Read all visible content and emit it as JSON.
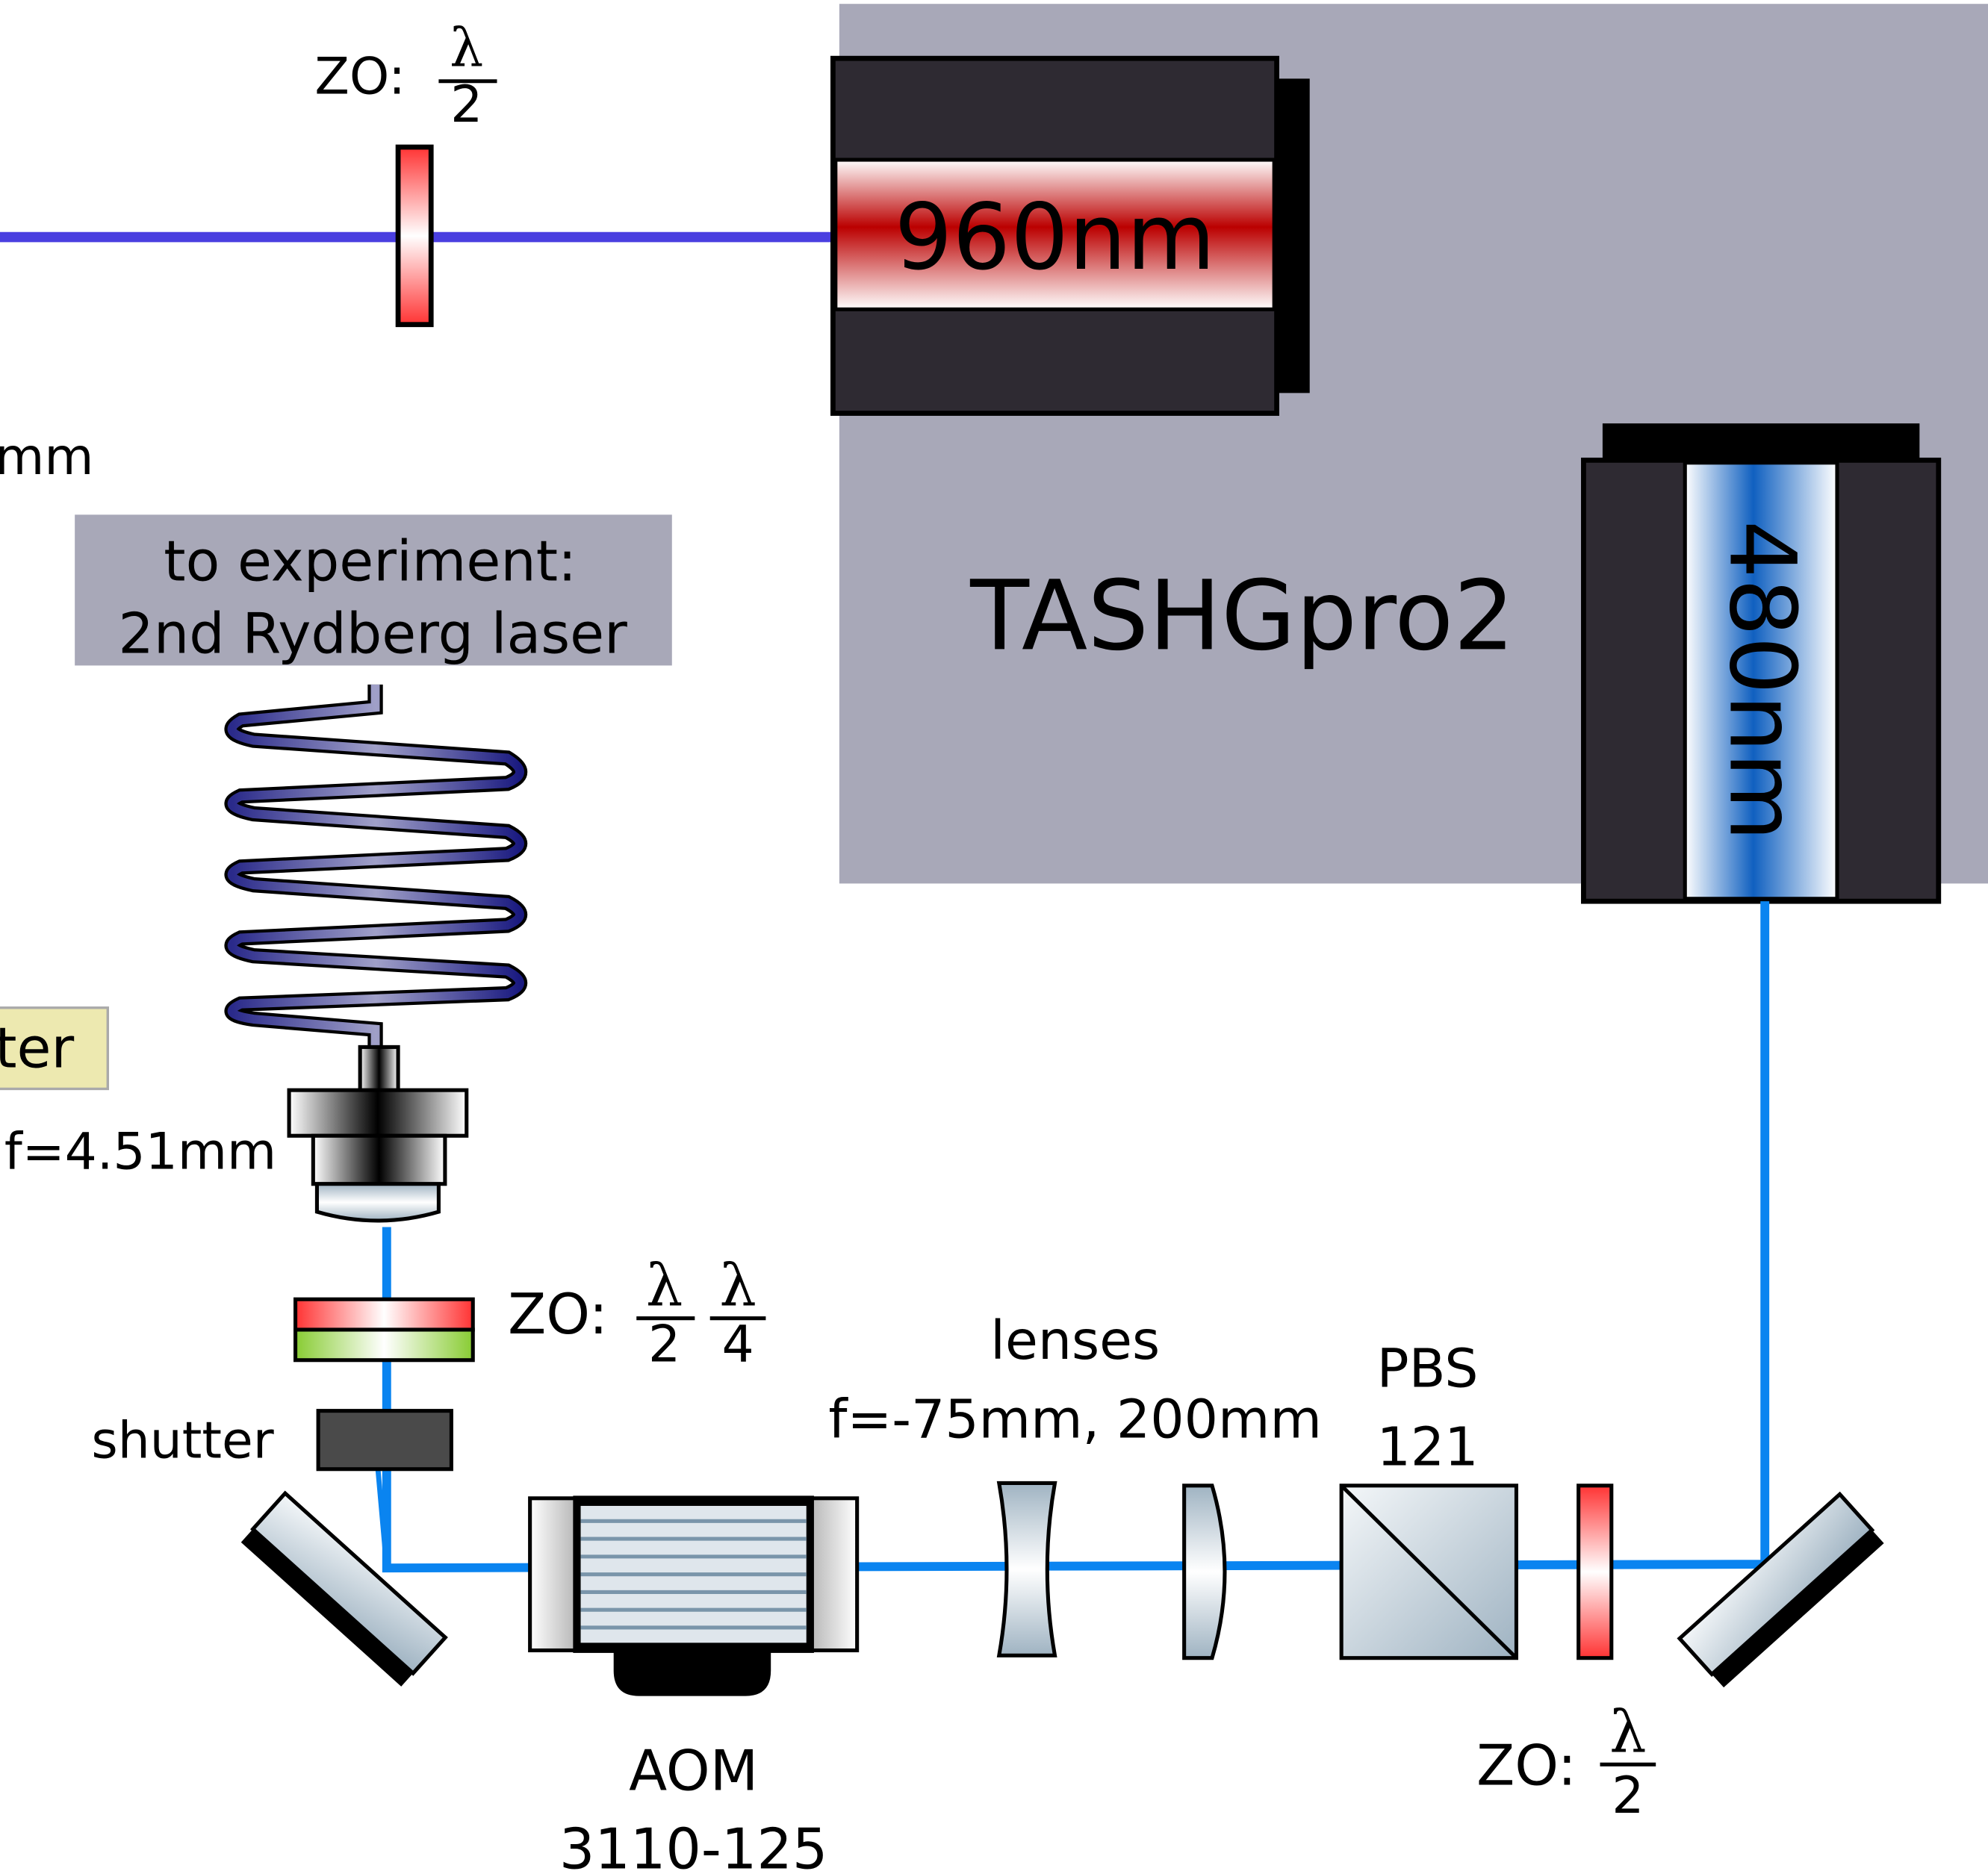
{
  "laser": {
    "name": "TASHGpro2",
    "out960": "960nm",
    "out480": "480nm"
  },
  "fiber_label": {
    "line1": "to experiment:",
    "line2": "2nd Rydberg laser"
  },
  "labels": {
    "top_mm": "mm",
    "yellow_box": "ter",
    "coupler_f": "f=4.51mm",
    "shutter": "shutter",
    "lenses_title": "lenses",
    "lenses_f": "f=-75mm, 200mm",
    "pbs_1": "PBS",
    "pbs_2": "121",
    "aom_1": "AOM",
    "aom_2": "3110-125",
    "zo": "ZO:",
    "lambda": "λ",
    "two": "2",
    "four": "4"
  },
  "colors": {
    "beam960": "#4a3fe0",
    "beam480": "#0a84f0",
    "box": "#a8a8b8"
  }
}
